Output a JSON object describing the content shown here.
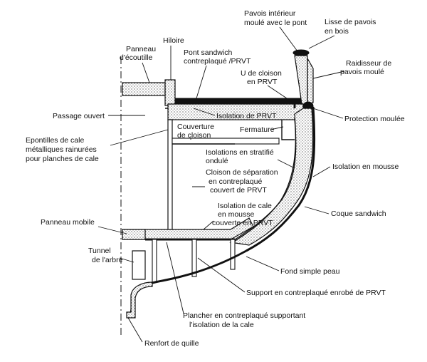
{
  "labels": {
    "pavois_interieur_1": "Pavois intérieur",
    "pavois_interieur_2": "moulé avec le pont",
    "lisse_pavois_1": "Lisse de pavois",
    "lisse_pavois_2": "en bois",
    "hiloire": "Hiloire",
    "panneau_ecoutille_1": "Panneau",
    "panneau_ecoutille_2": "d'écoutille",
    "pont_sandwich_1": "Pont sandwich",
    "pont_sandwich_2": "contreplaqué /PRVT",
    "raidisseur_1": "Raidisseur de",
    "raidisseur_2": "pavois moulé",
    "u_cloison_1": "U de cloison",
    "u_cloison_2": "en PRVT",
    "passage_ouvert": "Passage ouvert",
    "isolation_prvt": "Isolation de PRVT",
    "protection_moulee": "Protection moulée",
    "epontilles_1": "Epontilles de cale",
    "epontilles_2": "métalliques rainurées",
    "epontilles_3": "pour planches de cale",
    "couverture_cloison_1": "Couverture",
    "couverture_cloison_2": "de cloison",
    "fermature": "Fermature",
    "isolations_stratifie_1": "Isolations en stratifié",
    "isolations_stratifie_2": "ondulé",
    "isolation_mousse": "Isolation en mousse",
    "cloison_separation_1": "Cloison de séparation",
    "cloison_separation_2": "en contreplaqué",
    "cloison_separation_3": "couvert de PRVT",
    "isolation_cale_1": "Isolation de cale",
    "isolation_cale_2": "en mousse",
    "isolation_cale_3": "couverte en PRVT",
    "coque_sandwich": "Coque sandwich",
    "panneau_mobile": "Panneau mobile",
    "tunnel_1": "Tunnel",
    "tunnel_2": "de l'arbre",
    "fond_simple_peau": "Fond simple peau",
    "support_contreplaque": "Support en contreplaqué enrobé de PRVT",
    "plancher_1": "Plancher en contreplaqué supportant",
    "plancher_2": "l'isolation de la cale",
    "renfort_quille": "Renfort de quille"
  }
}
